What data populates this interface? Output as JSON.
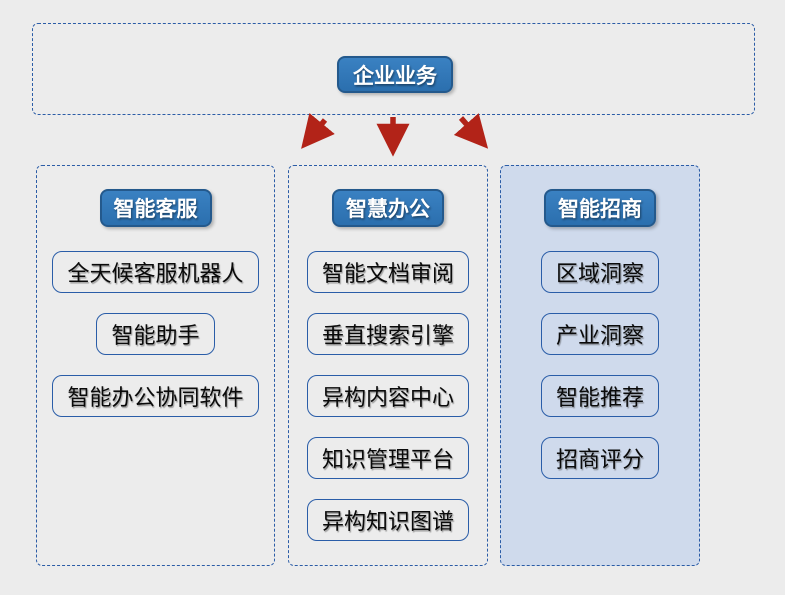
{
  "root": {
    "label": "企业业务"
  },
  "columns": [
    {
      "header": "智能客服",
      "highlighted": false,
      "items": [
        "全天候客服机器人",
        "智能助手",
        "智能办公协同软件"
      ]
    },
    {
      "header": "智慧办公",
      "highlighted": false,
      "items": [
        "智能文档审阅",
        "垂直搜索引擎",
        "异构内容中心",
        "知识管理平台",
        "异构知识图谱"
      ]
    },
    {
      "header": "智能招商",
      "highlighted": true,
      "items": [
        "区域洞察",
        "产业洞察",
        "智能推荐",
        "招商评分"
      ]
    }
  ],
  "icons": {
    "arrows": [
      "arrow-down-left-icon",
      "arrow-down-icon",
      "arrow-down-right-icon"
    ]
  },
  "colors": {
    "background": "#ECECEC",
    "node_fill": "#2E75B6",
    "node_border": "#24598C",
    "dashed_border": "#2B5CA6",
    "leaf_border": "#2A5DA8",
    "highlight_column_fill": "#CFDAEC",
    "arrow": "#B22318"
  }
}
